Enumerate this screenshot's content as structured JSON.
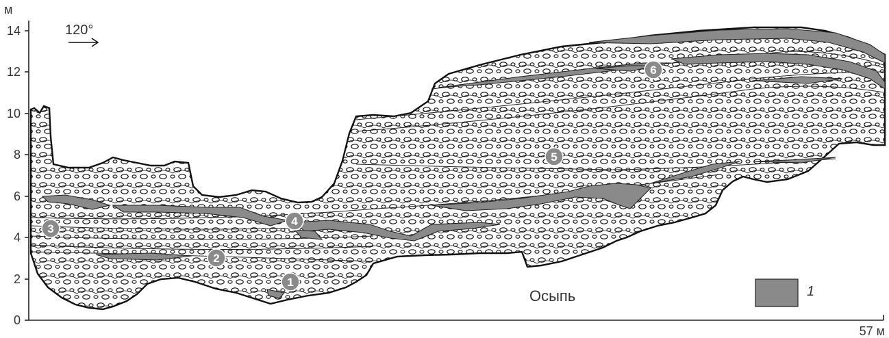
{
  "y_axis": {
    "unit": "м",
    "ticks": [
      "0",
      "2",
      "4",
      "6",
      "8",
      "10",
      "12",
      "14"
    ]
  },
  "x_axis": {
    "end_label": "57 м"
  },
  "direction": {
    "label": "120°"
  },
  "markers": [
    "1",
    "2",
    "3",
    "4",
    "5",
    "6"
  ],
  "scree_label": "Осыпь",
  "legend": {
    "swatch_color": "#8a8a8a",
    "label": "1"
  },
  "colors": {
    "lens": "#8a8a8a",
    "outline": "#111111"
  }
}
